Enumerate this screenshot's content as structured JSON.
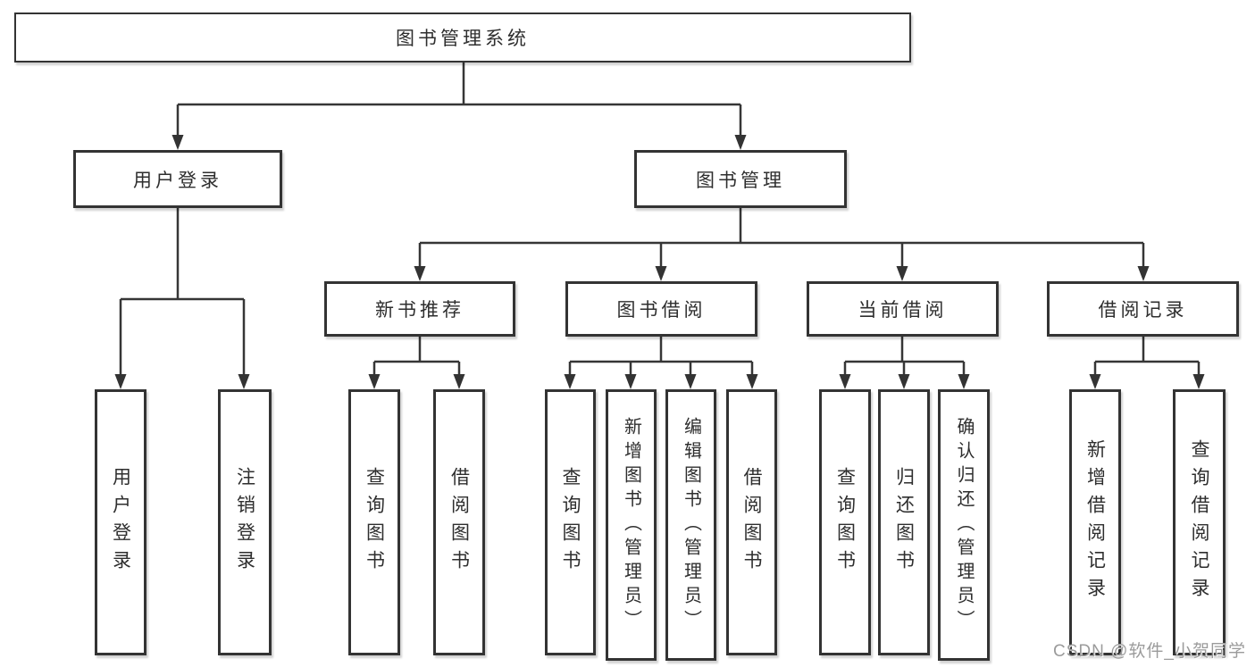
{
  "diagram": {
    "root": {
      "label": "图书管理系统"
    },
    "level1": [
      {
        "label": "用户登录"
      },
      {
        "label": "图书管理"
      }
    ],
    "level2": [
      {
        "label": "新书推荐"
      },
      {
        "label": "图书借阅"
      },
      {
        "label": "当前借阅"
      },
      {
        "label": "借阅记录"
      }
    ],
    "leaves": {
      "user": [
        "用户登录",
        "注销登录"
      ],
      "recommend": [
        "查询图书",
        "借阅图书"
      ],
      "borrow": [
        "查询图书",
        "新增图书（管理员）",
        "编辑图书（管理员）",
        "借阅图书"
      ],
      "current": [
        "查询图书",
        "归还图书",
        "确认归还（管理员）"
      ],
      "record": [
        "新增借阅记录",
        "查询借阅记录"
      ]
    },
    "colors": {
      "line": "#363636",
      "border": "#333333",
      "text": "#2e2e2e",
      "watermark": "#9b9b9b",
      "background": "#ffffff"
    },
    "watermark": "CSDN @软件_小贺同学"
  }
}
